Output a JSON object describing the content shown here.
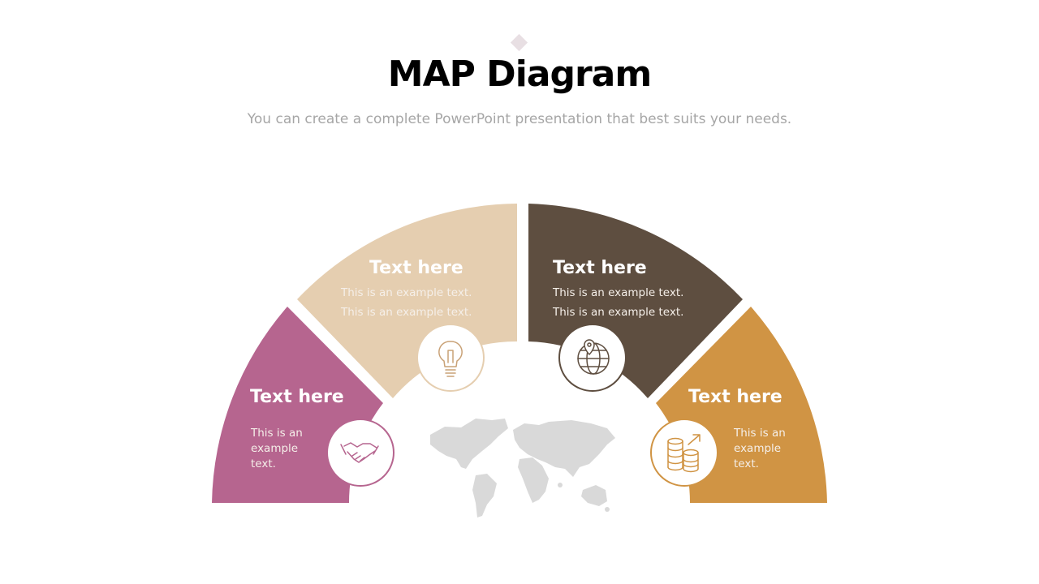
{
  "header": {
    "title": "MAP Diagram",
    "subtitle": "You can create a complete PowerPoint presentation that best suits your needs."
  },
  "segments": [
    {
      "title": "Text here",
      "lines": [
        "This is an",
        "example",
        "text."
      ],
      "color": "#b6658f",
      "icon": "handshake-icon"
    },
    {
      "title": "Text here",
      "lines": [
        "This is an example text.",
        "This is an example text."
      ],
      "color": "#e5ceb0",
      "icon": "lightbulb-icon"
    },
    {
      "title": "Text here",
      "lines": [
        "This is an example text.",
        "This is an example text."
      ],
      "color": "#5e4e40",
      "icon": "globe-pin-icon"
    },
    {
      "title": "Text here",
      "lines": [
        "This is an",
        "example",
        "text."
      ],
      "color": "#d09444",
      "icon": "coins-growth-icon"
    }
  ],
  "center": {
    "icon": "world-map-icon",
    "color": "#d9d9d9"
  }
}
